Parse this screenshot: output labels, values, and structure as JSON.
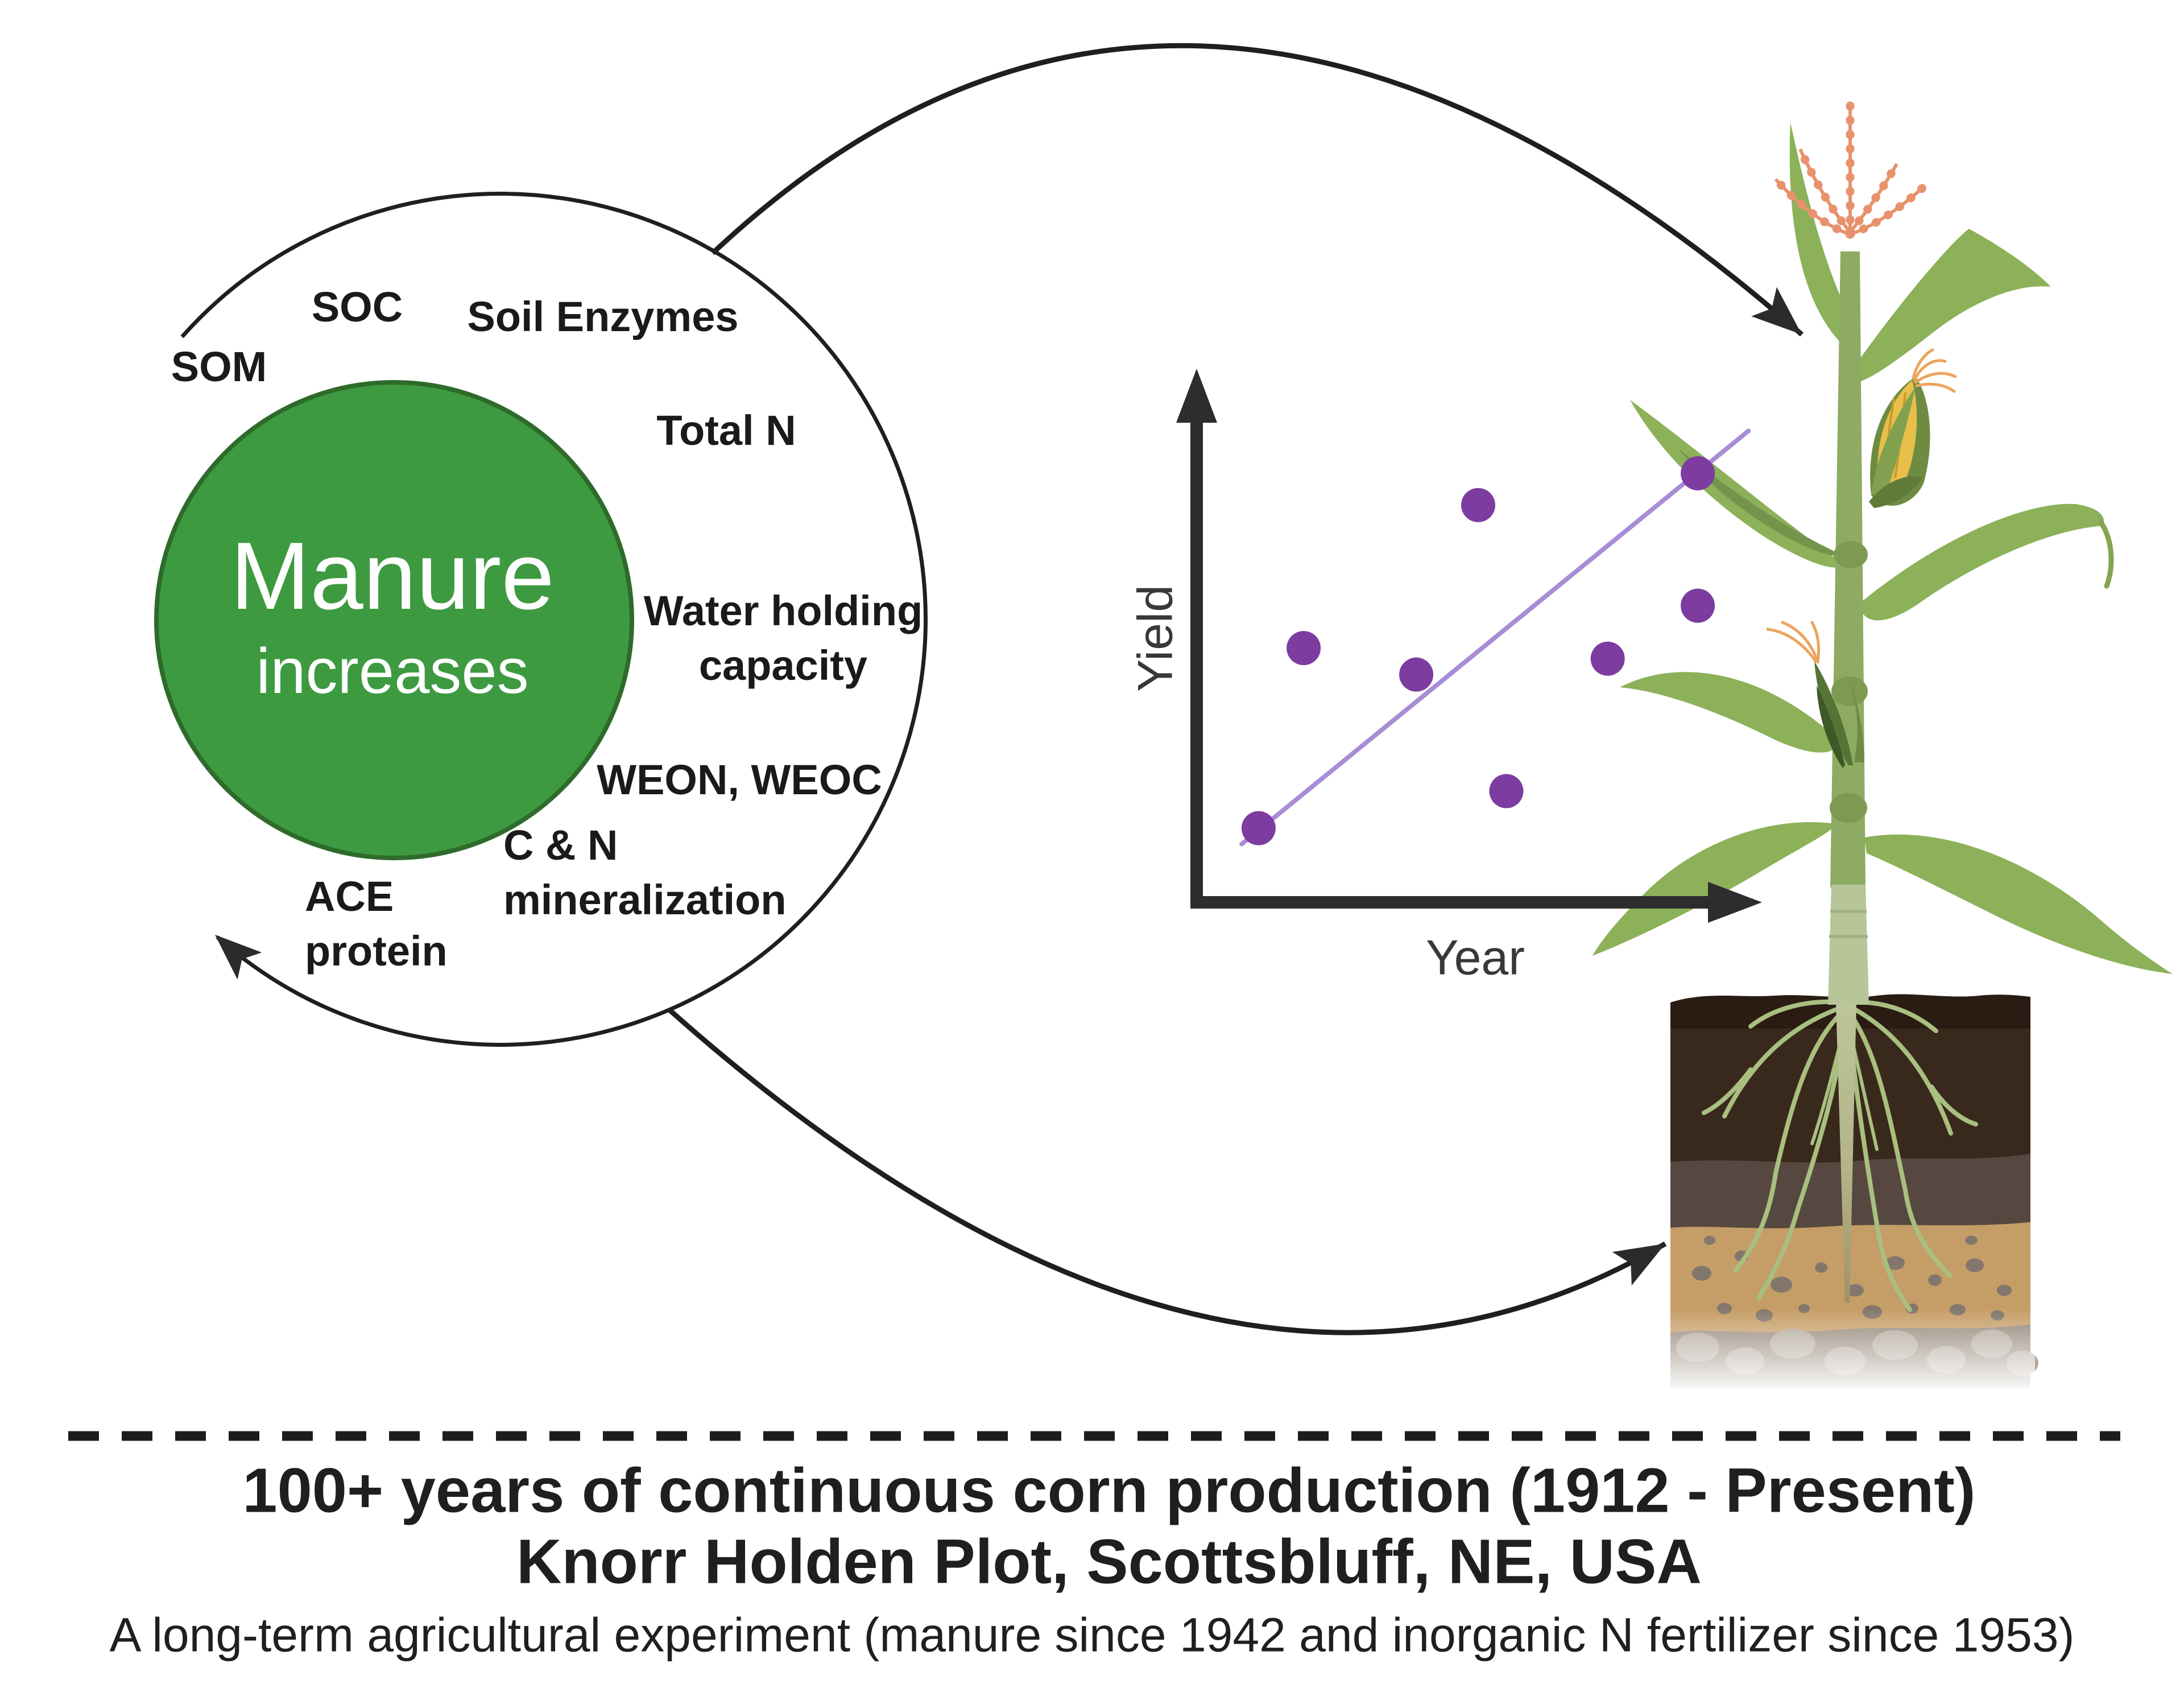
{
  "manure_circle": {
    "title": "Manure",
    "subtitle": "increases",
    "fill": "#3e9a40",
    "border": "#2e6b2b"
  },
  "benefit_labels": {
    "som": "SOM",
    "soc": "SOC",
    "soil_enzymes": "Soil Enzymes",
    "total_n": "Total N",
    "water_holding": "Water holding\ncapacity",
    "weon_weoc": "WEON, WEOC",
    "cn_mineralization": "C & N\nmineralization",
    "ace_protein": "ACE\nprotein"
  },
  "chart_data": {
    "type": "scatter",
    "title": "",
    "xlabel": "Year",
    "ylabel": "Yield",
    "x_range": [
      0,
      1
    ],
    "y_range": [
      0,
      1
    ],
    "grid": false,
    "points": [
      {
        "x": 0.11,
        "y": 0.14
      },
      {
        "x": 0.19,
        "y": 0.48
      },
      {
        "x": 0.39,
        "y": 0.43
      },
      {
        "x": 0.5,
        "y": 0.75
      },
      {
        "x": 0.55,
        "y": 0.21
      },
      {
        "x": 0.73,
        "y": 0.46
      },
      {
        "x": 0.89,
        "y": 0.81
      },
      {
        "x": 0.89,
        "y": 0.56
      }
    ],
    "trend_line": {
      "x1": 0.08,
      "y1": 0.11,
      "x2": 0.98,
      "y2": 0.89
    },
    "point_color": "#7c3ca0",
    "trend_color": "#a98cd6",
    "axis_color": "#2d2d2d"
  },
  "footer": {
    "line1": "100+ years of continuous corn production (1912 - Present)",
    "line2": "Knorr Holden Plot, Scottsbluff, NE, USA",
    "line3": "A long-term agricultural experiment (manure since 1942 and inorganic N fertilizer since 1953)"
  },
  "illustration_names": {
    "plant": "corn-plant",
    "soil": "soil-profile-with-roots",
    "cycle": "manure-benefits-cycle"
  }
}
